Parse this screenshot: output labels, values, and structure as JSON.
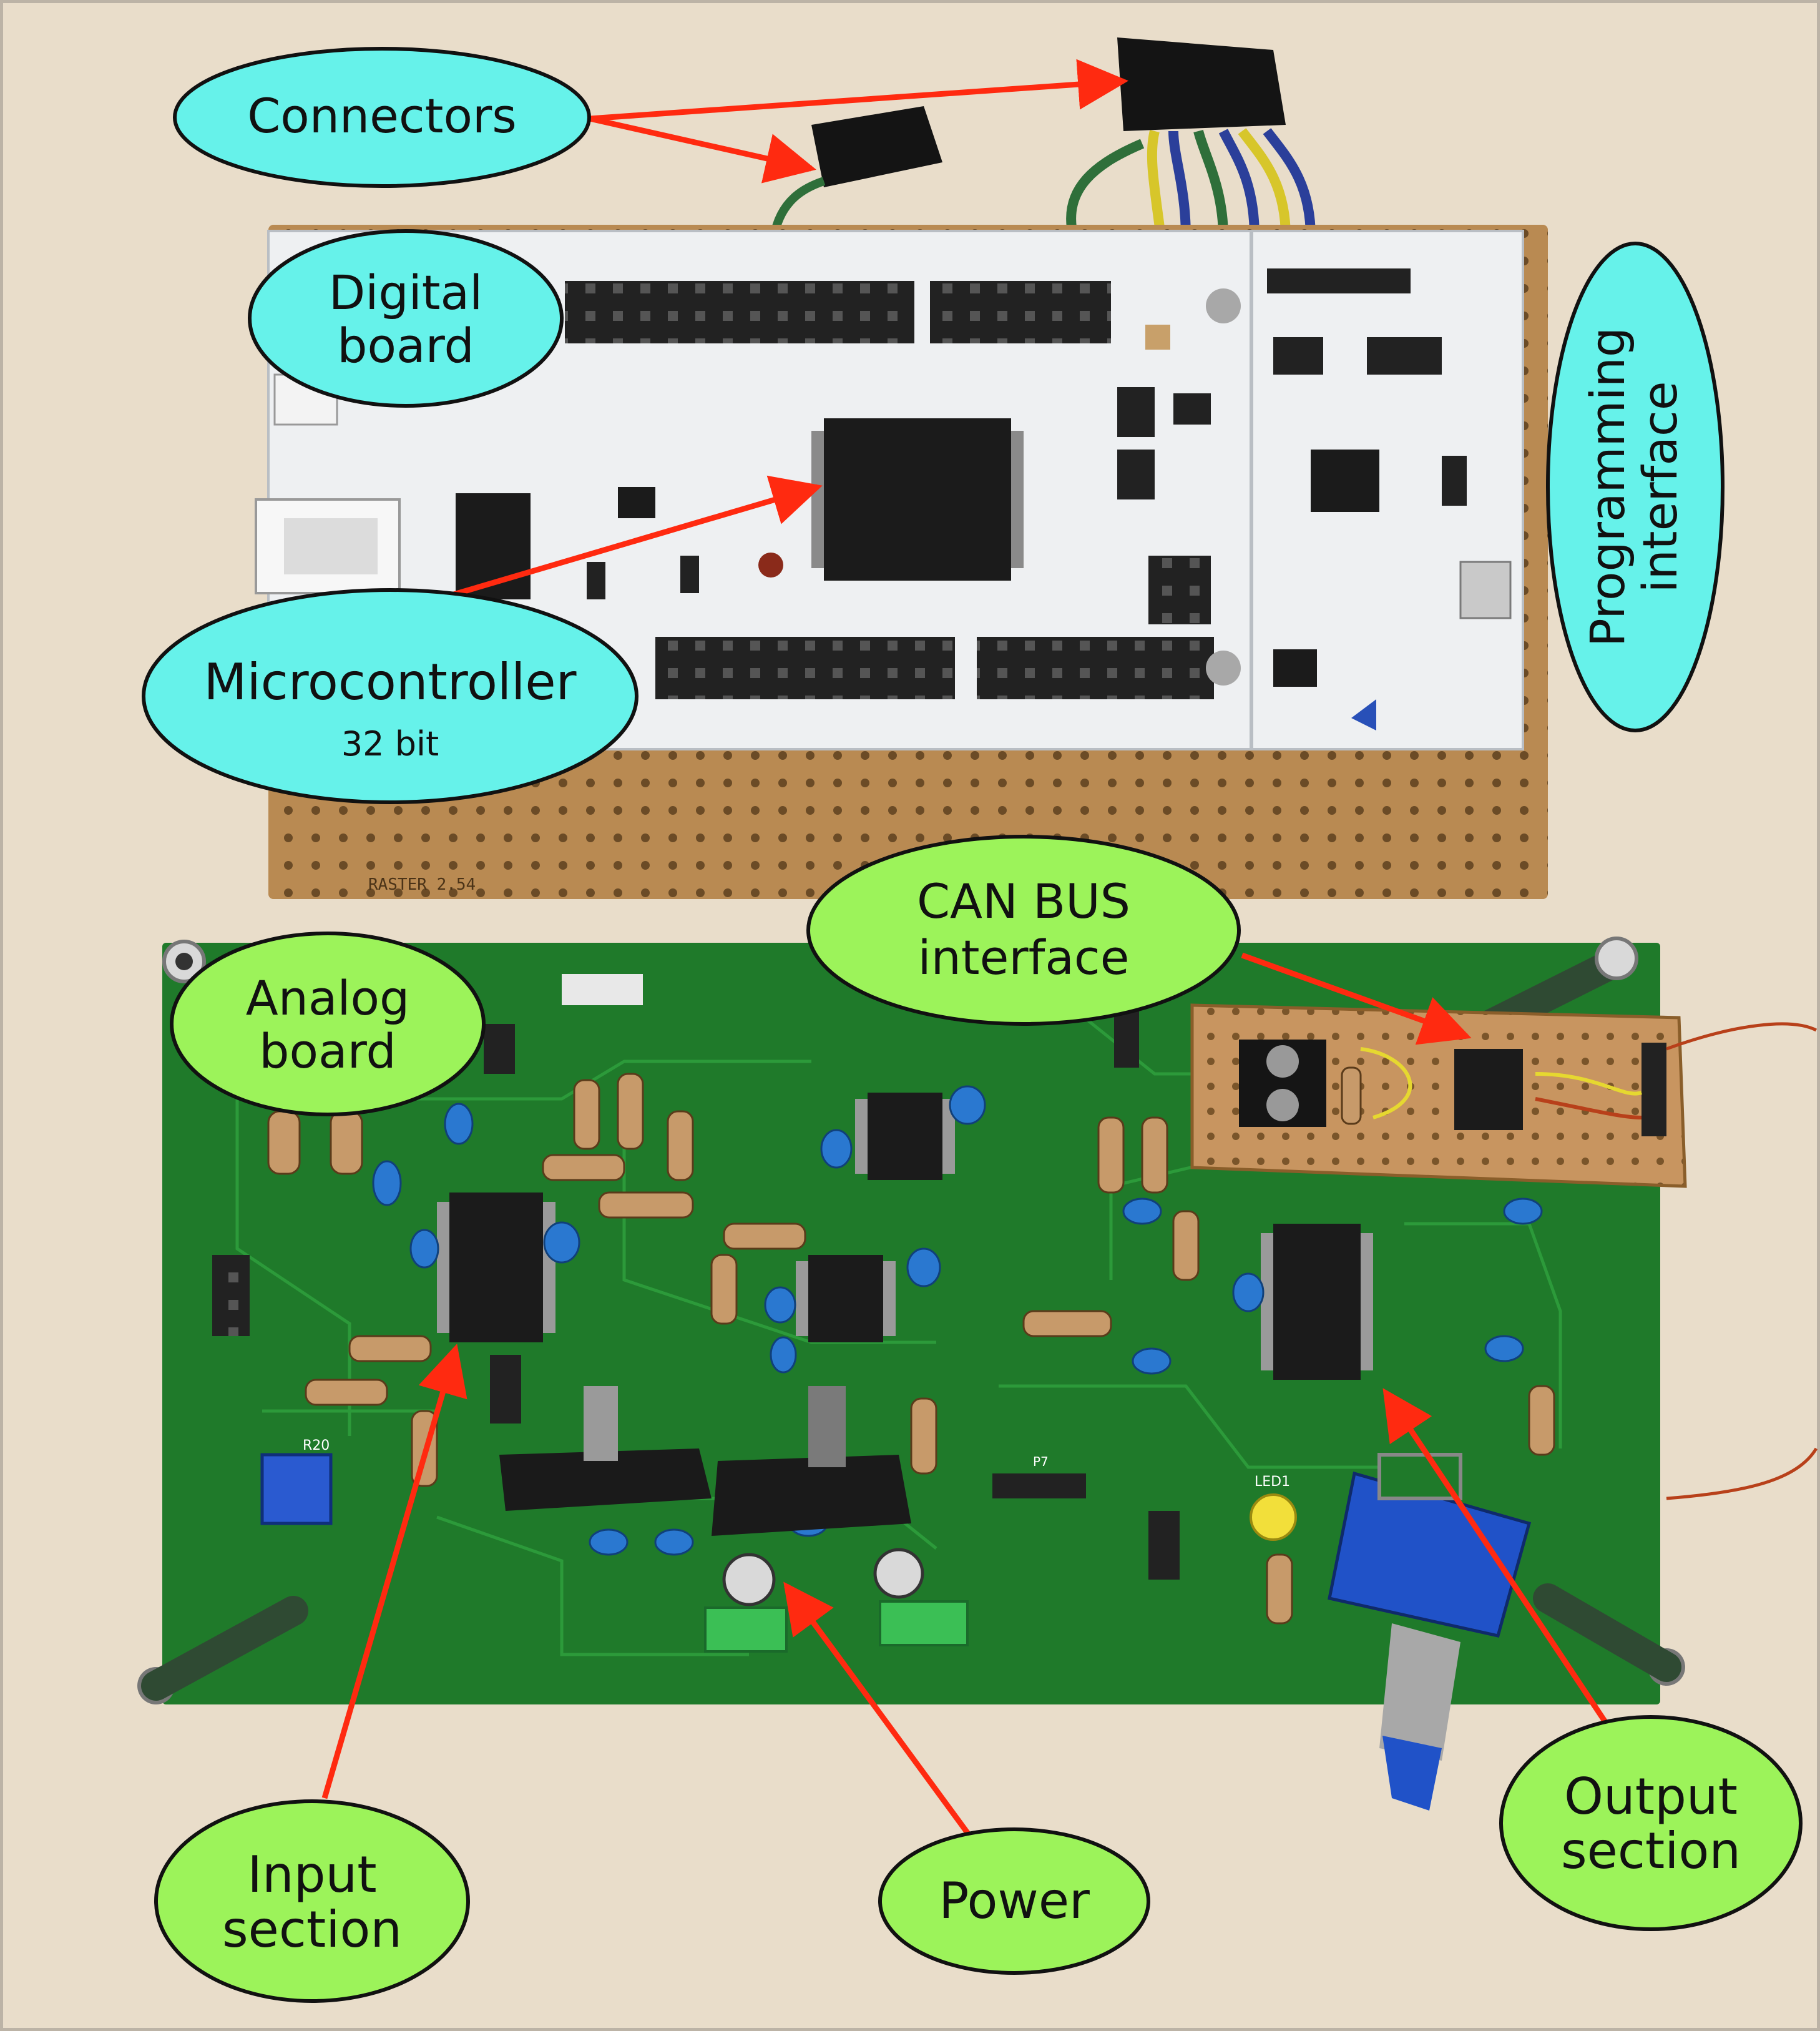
{
  "colors": {
    "callout_cyan": "#66f2ea",
    "callout_green": "#9cf35a",
    "arrow_red": "#ff2a10",
    "table_wood": "#e8dcc8",
    "digital_pcb_white": "#eef0f2",
    "protoboard_brown": "#b98a52",
    "analog_pcb_green": "#1f7a2a",
    "ic_black": "#1b1b1b"
  },
  "labels": {
    "connectors": "Connectors",
    "digital_board": {
      "line1": "Digital",
      "line2": "board"
    },
    "programming_interface": {
      "line1": "Programming",
      "line2": "interface"
    },
    "microcontroller": {
      "line1": "Microcontroller",
      "line2": "32 bit"
    },
    "can_bus": {
      "line1": "CAN BUS",
      "line2": "interface"
    },
    "analog_board": {
      "line1": "Analog",
      "line2": "board"
    },
    "input_section": {
      "line1": "Input",
      "line2": "section"
    },
    "power": "Power",
    "output_section": {
      "line1": "Output",
      "line2": "section"
    }
  },
  "silkscreen": {
    "raster": "RASTER 2.54",
    "led": "LED1",
    "r20": "R20",
    "p7": "P7"
  }
}
